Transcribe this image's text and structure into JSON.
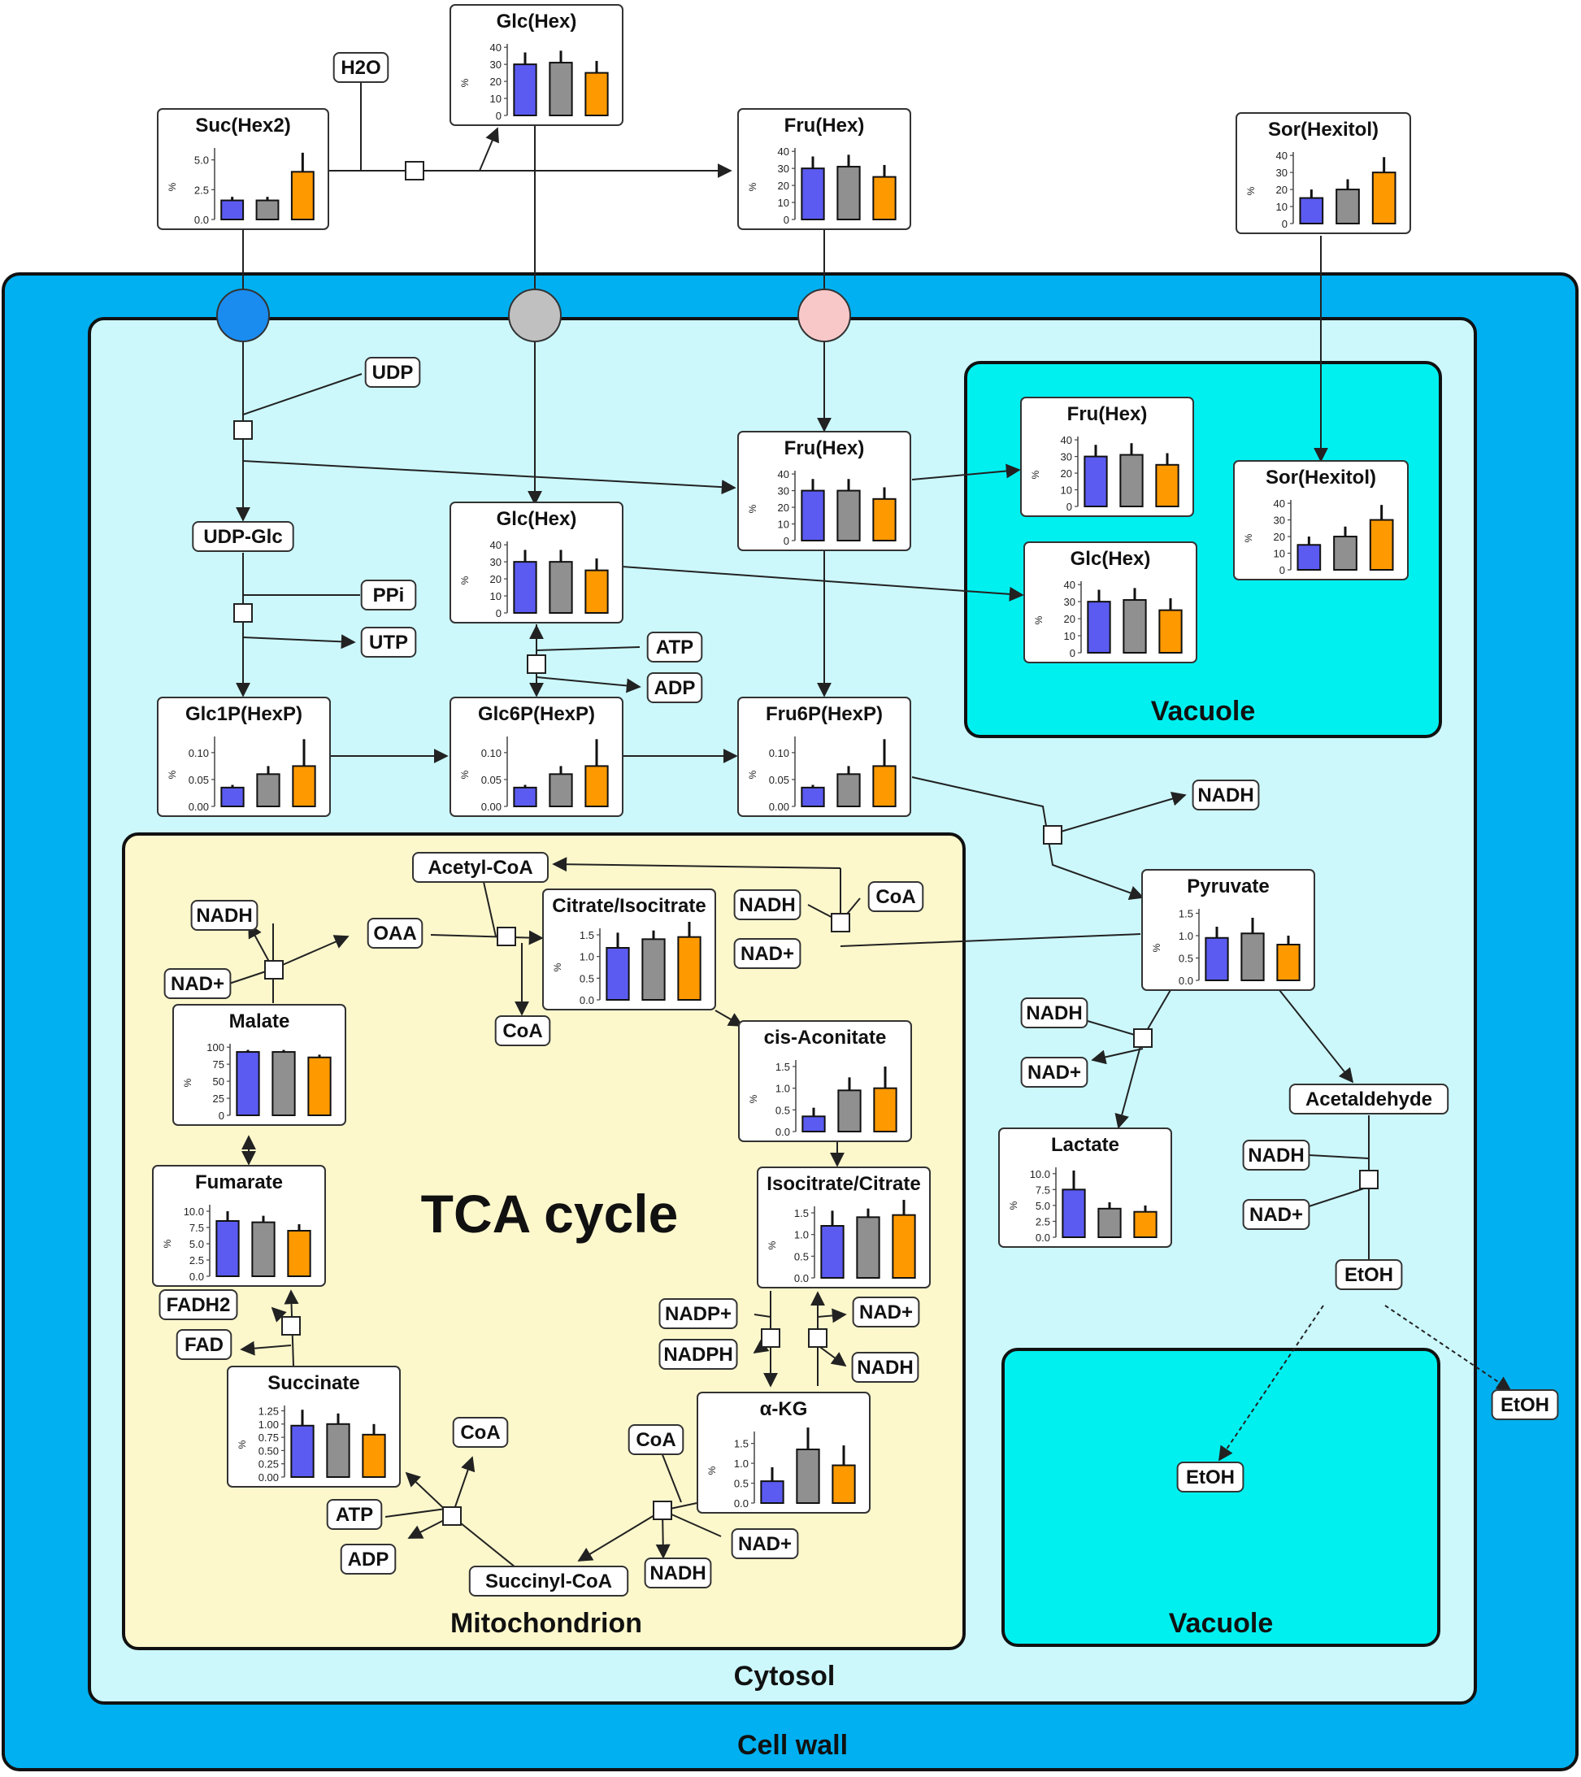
{
  "compartments": {
    "cell_wall": "Cell wall",
    "cytosol": "Cytosol",
    "vacuole_top": "Vacuole",
    "vacuole_bottom": "Vacuole",
    "mitochondrion": "Mitochondrion",
    "tca_cycle": "TCA cycle"
  },
  "legend_colors": {
    "series_1": "#5b5bf2",
    "series_2": "#909090",
    "series_3": "#ff9900"
  },
  "compartment_colors": {
    "cell_wall": "#00b0f0",
    "cytosol": "#ccf8fc",
    "vacuole": "#00f0f0",
    "mitochondrion": "#fdf8cc"
  },
  "transporters": {
    "sucrose": "#1a8cf0",
    "glucose": "#c0c0c0",
    "fructose": "#f8c8c8"
  },
  "cofactors": {
    "h2o": "H2O",
    "udp": "UDP",
    "udp_glc": "UDP-Glc",
    "ppi": "PPi",
    "utp": "UTP",
    "atp_hexp": "ATP",
    "adp_hexp": "ADP",
    "nadh_glyc": "NADH",
    "acetyl_coa": "Acetyl-CoA",
    "nadh_pdh": "NADH",
    "coa_pdh": "CoA",
    "nadplus_pdh": "NAD+",
    "nadh_mdh": "NADH",
    "oaa": "OAA",
    "nadplus_mdh": "NAD+",
    "coa_cs": "CoA",
    "nadh_ldh": "NADH",
    "nadplus_ldh": "NAD+",
    "acetaldehyde": "Acetaldehyde",
    "nadh_adh": "NADH",
    "nadplus_adh": "NAD+",
    "etoh_cyt": "EtOH",
    "etoh_vac": "EtOH",
    "etoh_out": "EtOH",
    "fadh2": "FADH2",
    "fad": "FAD",
    "nadpplus": "NADP+",
    "nadph": "NADPH",
    "nadplus_idh": "NAD+",
    "nadh_idh": "NADH",
    "coa_scs": "CoA",
    "atp_scs": "ATP",
    "adp_scs": "ADP",
    "coa_kgdh": "CoA",
    "nadplus_kgdh": "NAD+",
    "nadh_kgdh": "NADH",
    "succinyl_coa": "Succinyl-CoA"
  },
  "charts": [
    {
      "id": "suc_out",
      "type": "bar",
      "title": "Suc(Hex2)",
      "ylabel": "%",
      "ticks": [
        "0.0",
        "2.5",
        "5.0"
      ],
      "ylim": [
        0,
        6
      ],
      "values": [
        1.6,
        1.6,
        4.0
      ],
      "errors": [
        0.3,
        0.3,
        1.6
      ]
    },
    {
      "id": "glc_out",
      "type": "bar",
      "title": "Glc(Hex)",
      "ylabel": "%",
      "ticks": [
        "0",
        "10",
        "20",
        "30",
        "40"
      ],
      "ylim": [
        0,
        42
      ],
      "values": [
        30,
        31,
        25
      ],
      "errors": [
        7,
        7,
        7
      ]
    },
    {
      "id": "fru_out",
      "type": "bar",
      "title": "Fru(Hex)",
      "ylabel": "%",
      "ticks": [
        "0",
        "10",
        "20",
        "30",
        "40"
      ],
      "ylim": [
        0,
        42
      ],
      "values": [
        30,
        31,
        25
      ],
      "errors": [
        7,
        7,
        7
      ]
    },
    {
      "id": "sor_out",
      "type": "bar",
      "title": "Sor(Hexitol)",
      "ylabel": "%",
      "ticks": [
        "0",
        "10",
        "20",
        "30",
        "40"
      ],
      "ylim": [
        0,
        42
      ],
      "values": [
        15,
        20,
        30
      ],
      "errors": [
        5,
        6,
        9
      ]
    },
    {
      "id": "fru_cyt",
      "type": "bar",
      "title": "Fru(Hex)",
      "ylabel": "%",
      "ticks": [
        "0",
        "10",
        "20",
        "30",
        "40"
      ],
      "ylim": [
        0,
        42
      ],
      "values": [
        30,
        30,
        25
      ],
      "errors": [
        7,
        7,
        7
      ]
    },
    {
      "id": "glc_cyt",
      "type": "bar",
      "title": "Glc(Hex)",
      "ylabel": "%",
      "ticks": [
        "0",
        "10",
        "20",
        "30",
        "40"
      ],
      "ylim": [
        0,
        42
      ],
      "values": [
        30,
        30,
        25
      ],
      "errors": [
        7,
        7,
        7
      ]
    },
    {
      "id": "fru_vac",
      "type": "bar",
      "title": "Fru(Hex)",
      "ylabel": "%",
      "ticks": [
        "0",
        "10",
        "20",
        "30",
        "40"
      ],
      "ylim": [
        0,
        42
      ],
      "values": [
        30,
        31,
        25
      ],
      "errors": [
        7,
        7,
        7
      ]
    },
    {
      "id": "glc_vac",
      "type": "bar",
      "title": "Glc(Hex)",
      "ylabel": "%",
      "ticks": [
        "0",
        "10",
        "20",
        "30",
        "40"
      ],
      "ylim": [
        0,
        42
      ],
      "values": [
        30,
        31,
        25
      ],
      "errors": [
        7,
        7,
        7
      ]
    },
    {
      "id": "sor_vac",
      "type": "bar",
      "title": "Sor(Hexitol)",
      "ylabel": "%",
      "ticks": [
        "0",
        "10",
        "20",
        "30",
        "40"
      ],
      "ylim": [
        0,
        42
      ],
      "values": [
        15,
        20,
        30
      ],
      "errors": [
        5,
        6,
        9
      ]
    },
    {
      "id": "glc1p",
      "type": "bar",
      "title": "Glc1P(HexP)",
      "ylabel": "%",
      "ticks": [
        "0.00",
        "0.05",
        "0.10"
      ],
      "ylim": [
        0,
        0.13
      ],
      "values": [
        0.035,
        0.06,
        0.075
      ],
      "errors": [
        0.005,
        0.015,
        0.05
      ]
    },
    {
      "id": "glc6p",
      "type": "bar",
      "title": "Glc6P(HexP)",
      "ylabel": "%",
      "ticks": [
        "0.00",
        "0.05",
        "0.10"
      ],
      "ylim": [
        0,
        0.13
      ],
      "values": [
        0.035,
        0.06,
        0.075
      ],
      "errors": [
        0.005,
        0.015,
        0.05
      ]
    },
    {
      "id": "fru6p",
      "type": "bar",
      "title": "Fru6P(HexP)",
      "ylabel": "%",
      "ticks": [
        "0.00",
        "0.05",
        "0.10"
      ],
      "ylim": [
        0,
        0.13
      ],
      "values": [
        0.035,
        0.06,
        0.075
      ],
      "errors": [
        0.005,
        0.015,
        0.05
      ]
    },
    {
      "id": "pyruvate",
      "type": "bar",
      "title": "Pyruvate",
      "ylabel": "%",
      "ticks": [
        "0.0",
        "0.5",
        "1.0",
        "1.5"
      ],
      "ylim": [
        0,
        1.6
      ],
      "values": [
        0.95,
        1.05,
        0.8
      ],
      "errors": [
        0.25,
        0.35,
        0.2
      ]
    },
    {
      "id": "lactate",
      "type": "bar",
      "title": "Lactate",
      "ylabel": "%",
      "ticks": [
        "0.0",
        "2.5",
        "5.0",
        "7.5",
        "10.0"
      ],
      "ylim": [
        0,
        11
      ],
      "values": [
        7.5,
        4.5,
        4.0
      ],
      "errors": [
        3.0,
        1.0,
        1.0
      ]
    },
    {
      "id": "citrate",
      "type": "bar",
      "title": "Citrate/Isocitrate",
      "ylabel": "%",
      "ticks": [
        "0.0",
        "0.5",
        "1.0",
        "1.5"
      ],
      "ylim": [
        0,
        1.65
      ],
      "values": [
        1.2,
        1.4,
        1.45
      ],
      "errors": [
        0.35,
        0.2,
        0.35
      ]
    },
    {
      "id": "malate",
      "type": "bar",
      "title": "Malate",
      "ylabel": "%",
      "ticks": [
        "0",
        "25",
        "50",
        "75",
        "100"
      ],
      "ylim": [
        0,
        105
      ],
      "values": [
        93,
        93,
        85
      ],
      "errors": [
        3,
        3,
        4
      ]
    },
    {
      "id": "cis_aconitate",
      "type": "bar",
      "title": "cis-Aconitate",
      "ylabel": "%",
      "ticks": [
        "0.0",
        "0.5",
        "1.0",
        "1.5"
      ],
      "ylim": [
        0,
        1.65
      ],
      "values": [
        0.35,
        0.95,
        1.0
      ],
      "errors": [
        0.2,
        0.3,
        0.5
      ]
    },
    {
      "id": "fumarate",
      "type": "bar",
      "title": "Fumarate",
      "ylabel": "%",
      "ticks": [
        "0.0",
        "2.5",
        "5.0",
        "7.5",
        "10.0"
      ],
      "ylim": [
        0,
        11
      ],
      "values": [
        8.5,
        8.3,
        7.0
      ],
      "errors": [
        1.5,
        1.0,
        1.0
      ]
    },
    {
      "id": "isocitrate",
      "type": "bar",
      "title": "Isocitrate/Citrate",
      "ylabel": "%",
      "ticks": [
        "0.0",
        "0.5",
        "1.0",
        "1.5"
      ],
      "ylim": [
        0,
        1.65
      ],
      "values": [
        1.2,
        1.4,
        1.45
      ],
      "errors": [
        0.35,
        0.2,
        0.35
      ]
    },
    {
      "id": "succinate",
      "type": "bar",
      "title": "Succinate",
      "ylabel": "%",
      "ticks": [
        "0.00",
        "0.25",
        "0.50",
        "0.75",
        "1.00",
        "1.25"
      ],
      "ylim": [
        0,
        1.35
      ],
      "values": [
        0.97,
        1.0,
        0.8
      ],
      "errors": [
        0.3,
        0.2,
        0.2
      ]
    },
    {
      "id": "akg",
      "type": "bar",
      "title": "α-KG",
      "ylabel": "%",
      "ticks": [
        "0.0",
        "0.5",
        "1.0",
        "1.5"
      ],
      "ylim": [
        0,
        1.8
      ],
      "values": [
        0.55,
        1.35,
        0.95
      ],
      "errors": [
        0.35,
        0.55,
        0.5
      ]
    }
  ]
}
